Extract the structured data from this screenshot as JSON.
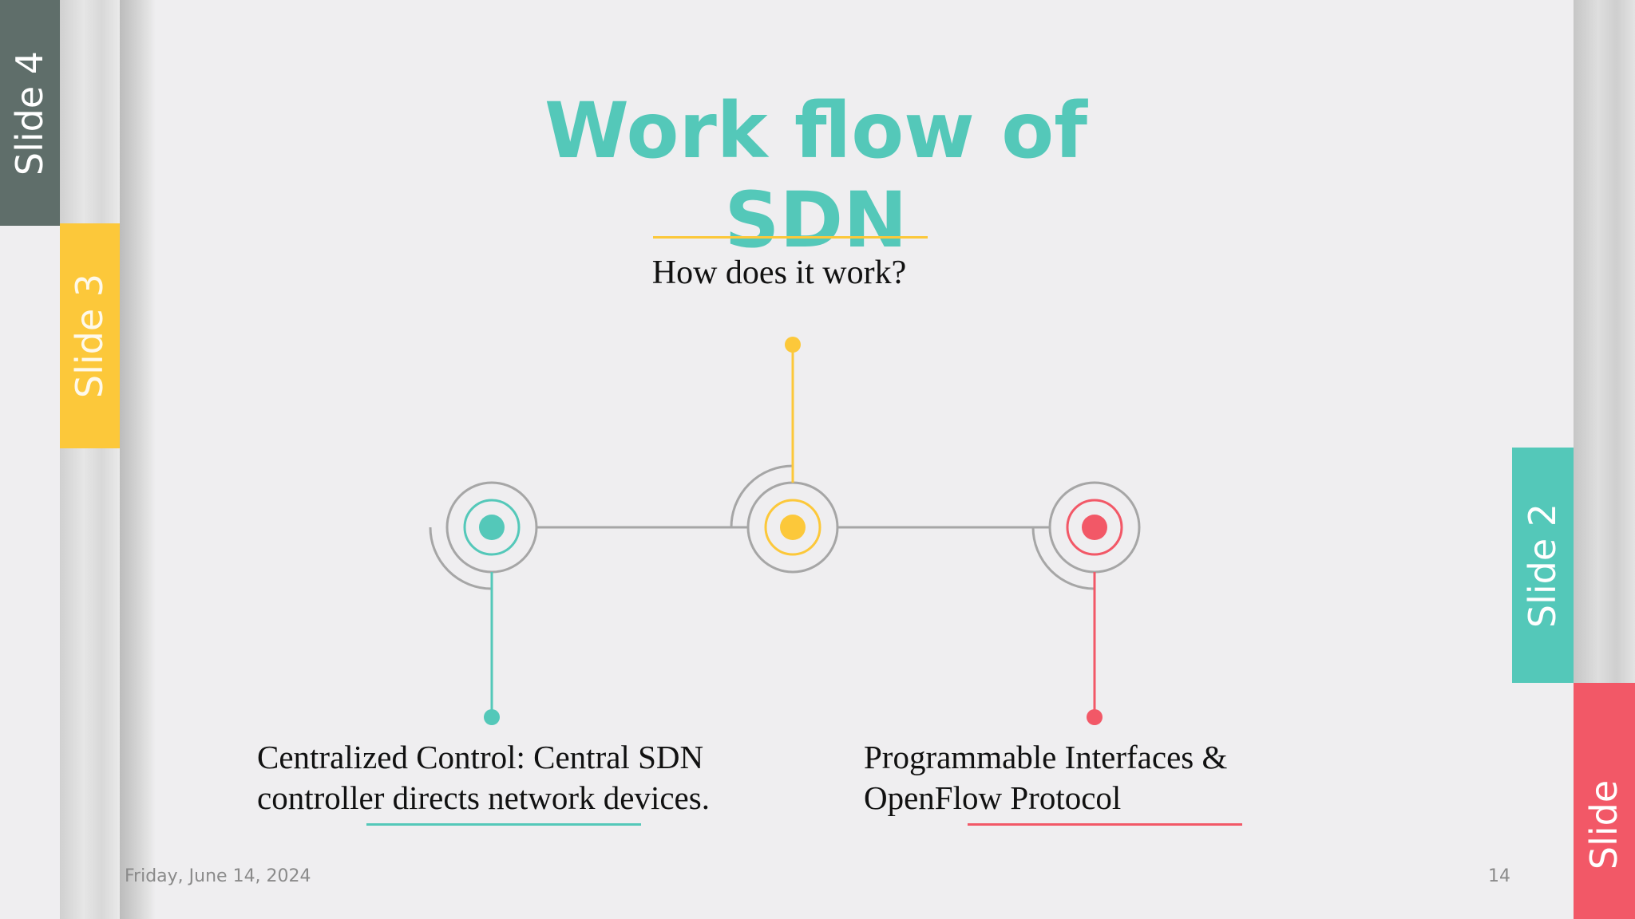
{
  "slide": {
    "title": "Work flow of SDN",
    "subtitle": "How does it work?",
    "footer_date": "Friday, June 14, 2024",
    "slide_number": "14"
  },
  "tabs": {
    "left_top": "Slide 4",
    "left_second": "Slide 3",
    "right_upper": "Slide 2",
    "right_lower": "Slide"
  },
  "captions": {
    "left_line1": "Centralized Control: Central SDN",
    "left_line2": "controller directs network devices.",
    "right_line1": "Programmable Interfaces &",
    "right_line2": "OpenFlow Protocol"
  },
  "colors": {
    "teal": "#54c8b9",
    "yellow": "#fcc83a",
    "red": "#f25867",
    "dark_slate": "#5f6e6a",
    "background": "#efeef0"
  }
}
